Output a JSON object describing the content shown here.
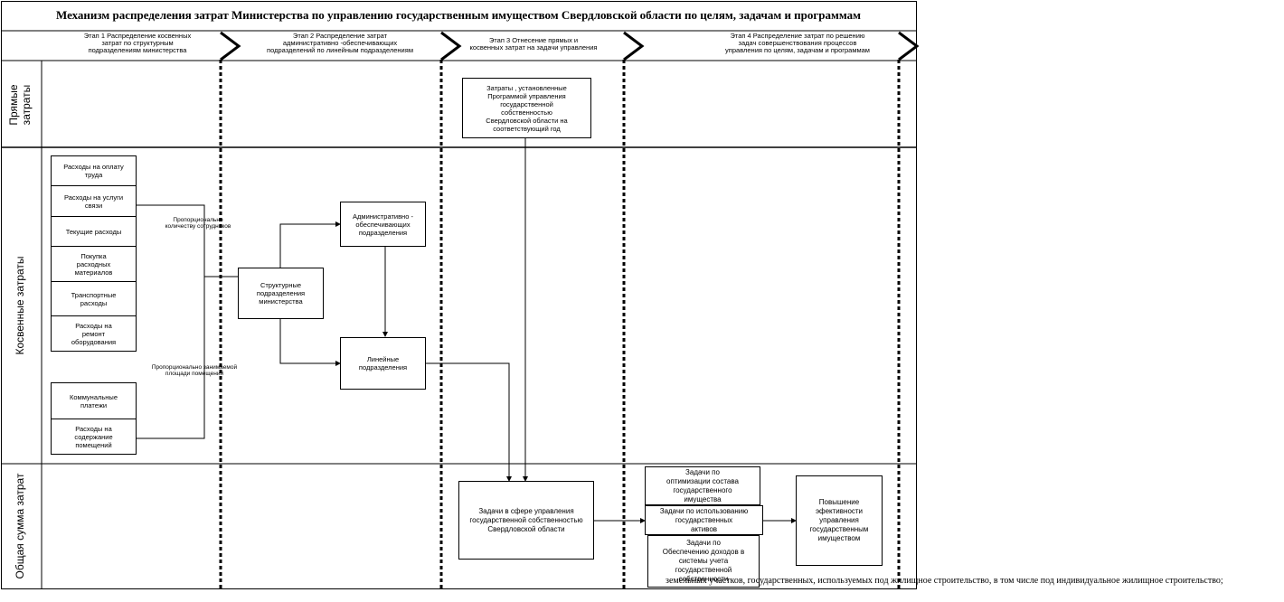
{
  "title": "Механизм распределения затрат Министерства по управлению государственным имуществом Свердловской области по целям, задачам и программам",
  "stages": [
    "Этап 1 Распределение косвенных\nзатрат по структурным\nподразделениям министерства",
    "Этап 2 Распределение затрат\nадминистративно -обеспечивающих\nподразделений по линейным подразделениям",
    "Этап 3 Отнесение прямых и\nкосвенных затрат на задачи управления",
    "Этап 4 Распределение затрат по решению\nзадач совершенствования процессов\nуправления по целям, задачам и программам"
  ],
  "rows": {
    "direct": "Прямые\nзатраты",
    "indirect": "Косвенные затраты",
    "total": "Общая сумма затрат"
  },
  "boxes": {
    "program_costs": "Затраты , установленные\nПрограммой управления\nгосударственной\nсобственностью\nСвердловской области на\nсоответствующий год",
    "salary": "Расходы на оплату\nтруда",
    "comm": "Расходы на услуги\nсвязи",
    "current": "Текущие расходы",
    "materials": "Покупка\nрасходных\nматериалов",
    "transport": "Транспортные\nрасходы",
    "repair": "Расходы на\nремонт\nоборудования",
    "utilities": "Коммунальные\nплатежи",
    "premises": "Расходы на\nсодержание\nпомещений",
    "structural": "Структурные\nподразделения\nминистерства",
    "admin": "Административно -\nобеспечивающих\nподразделения",
    "linear": "Линейные\nподразделения",
    "tasks_sphere": "Задачи в сфере управления\nгосударственной собственностью\nСвердловской области",
    "task_optim": "Задачи по\nоптимизации состава\nгосударственного\nимущества",
    "task_use": "Задачи по использованию\nгосударственных\nактивов",
    "task_income": "Задачи по\nОбеспечению доходов в\nсистемы учета\nгосударственной\nсобственности",
    "efficiency": "Повышение\nэфективности\nуправления\nгосударственным\nимуществом"
  },
  "notes": {
    "staff": "Пропорционально\nколичеству сотрудников",
    "area": "Пропорционально занимаемой\nплощади помещений"
  },
  "footer": "земельных участков, государственных, используемых под жилищное строительство, в том числе под индивидуальное жилищное строительство;"
}
